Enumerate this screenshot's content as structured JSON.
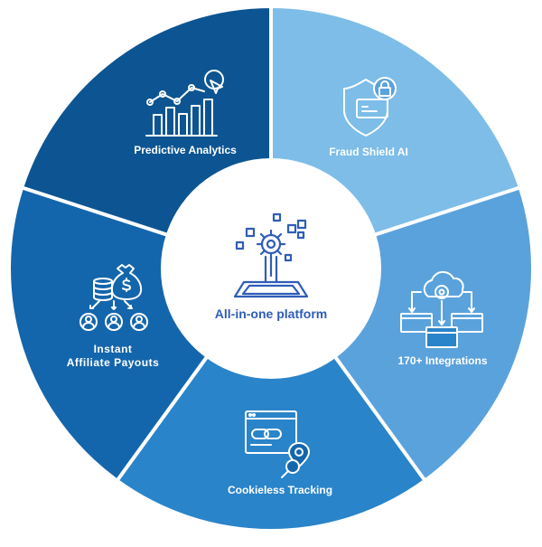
{
  "center": {
    "label": "All-in-one platform",
    "icon": "platform-gears-icon",
    "color": "#2f5db8"
  },
  "segments": [
    {
      "id": "predictive-analytics",
      "lines": [
        "Predictive Analytics"
      ],
      "icon": "analytics-chart-icon",
      "color": "#7dbde8"
    },
    {
      "id": "fraud-shield-ai",
      "lines": [
        "Fraud Shield AI"
      ],
      "icon": "shield-lock-icon",
      "color": "#5aa2dc"
    },
    {
      "id": "integrations",
      "lines": [
        "170+ Integrations"
      ],
      "icon": "cloud-integrations-icon",
      "color": "#2a84c9"
    },
    {
      "id": "cookieless-tracking",
      "lines": [
        "Cookieless Tracking"
      ],
      "icon": "link-tracking-icon",
      "color": "#1466ac"
    },
    {
      "id": "affiliate-payouts",
      "lines": [
        "Instant",
        "Affiliate Payouts"
      ],
      "icon": "money-bag-users-icon",
      "color": "#0c5592"
    }
  ]
}
